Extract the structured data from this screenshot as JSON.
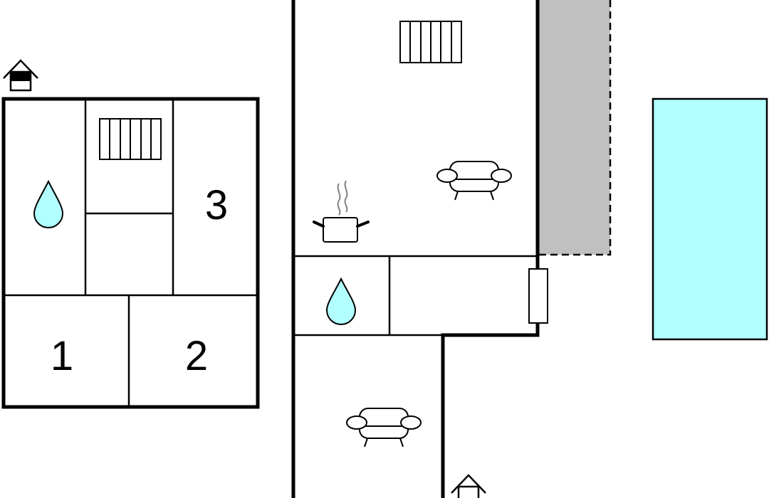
{
  "colors": {
    "background": "#ffffff",
    "wall": "#000000",
    "water": "#b2ffff",
    "terrace": "#c0c0c0",
    "pool": "#b2ffff",
    "steam": "#808080"
  },
  "room_labels": {
    "bedroom_1": "1",
    "bedroom_2": "2",
    "bedroom_3": "3"
  },
  "icons": {
    "entrance": "house-entrance-icon",
    "bathroom": "water-drop-icon",
    "stairs": "stairs-icon",
    "living": "sofa-icon",
    "kitchen": "cooking-pot-icon",
    "door": "door-icon"
  }
}
